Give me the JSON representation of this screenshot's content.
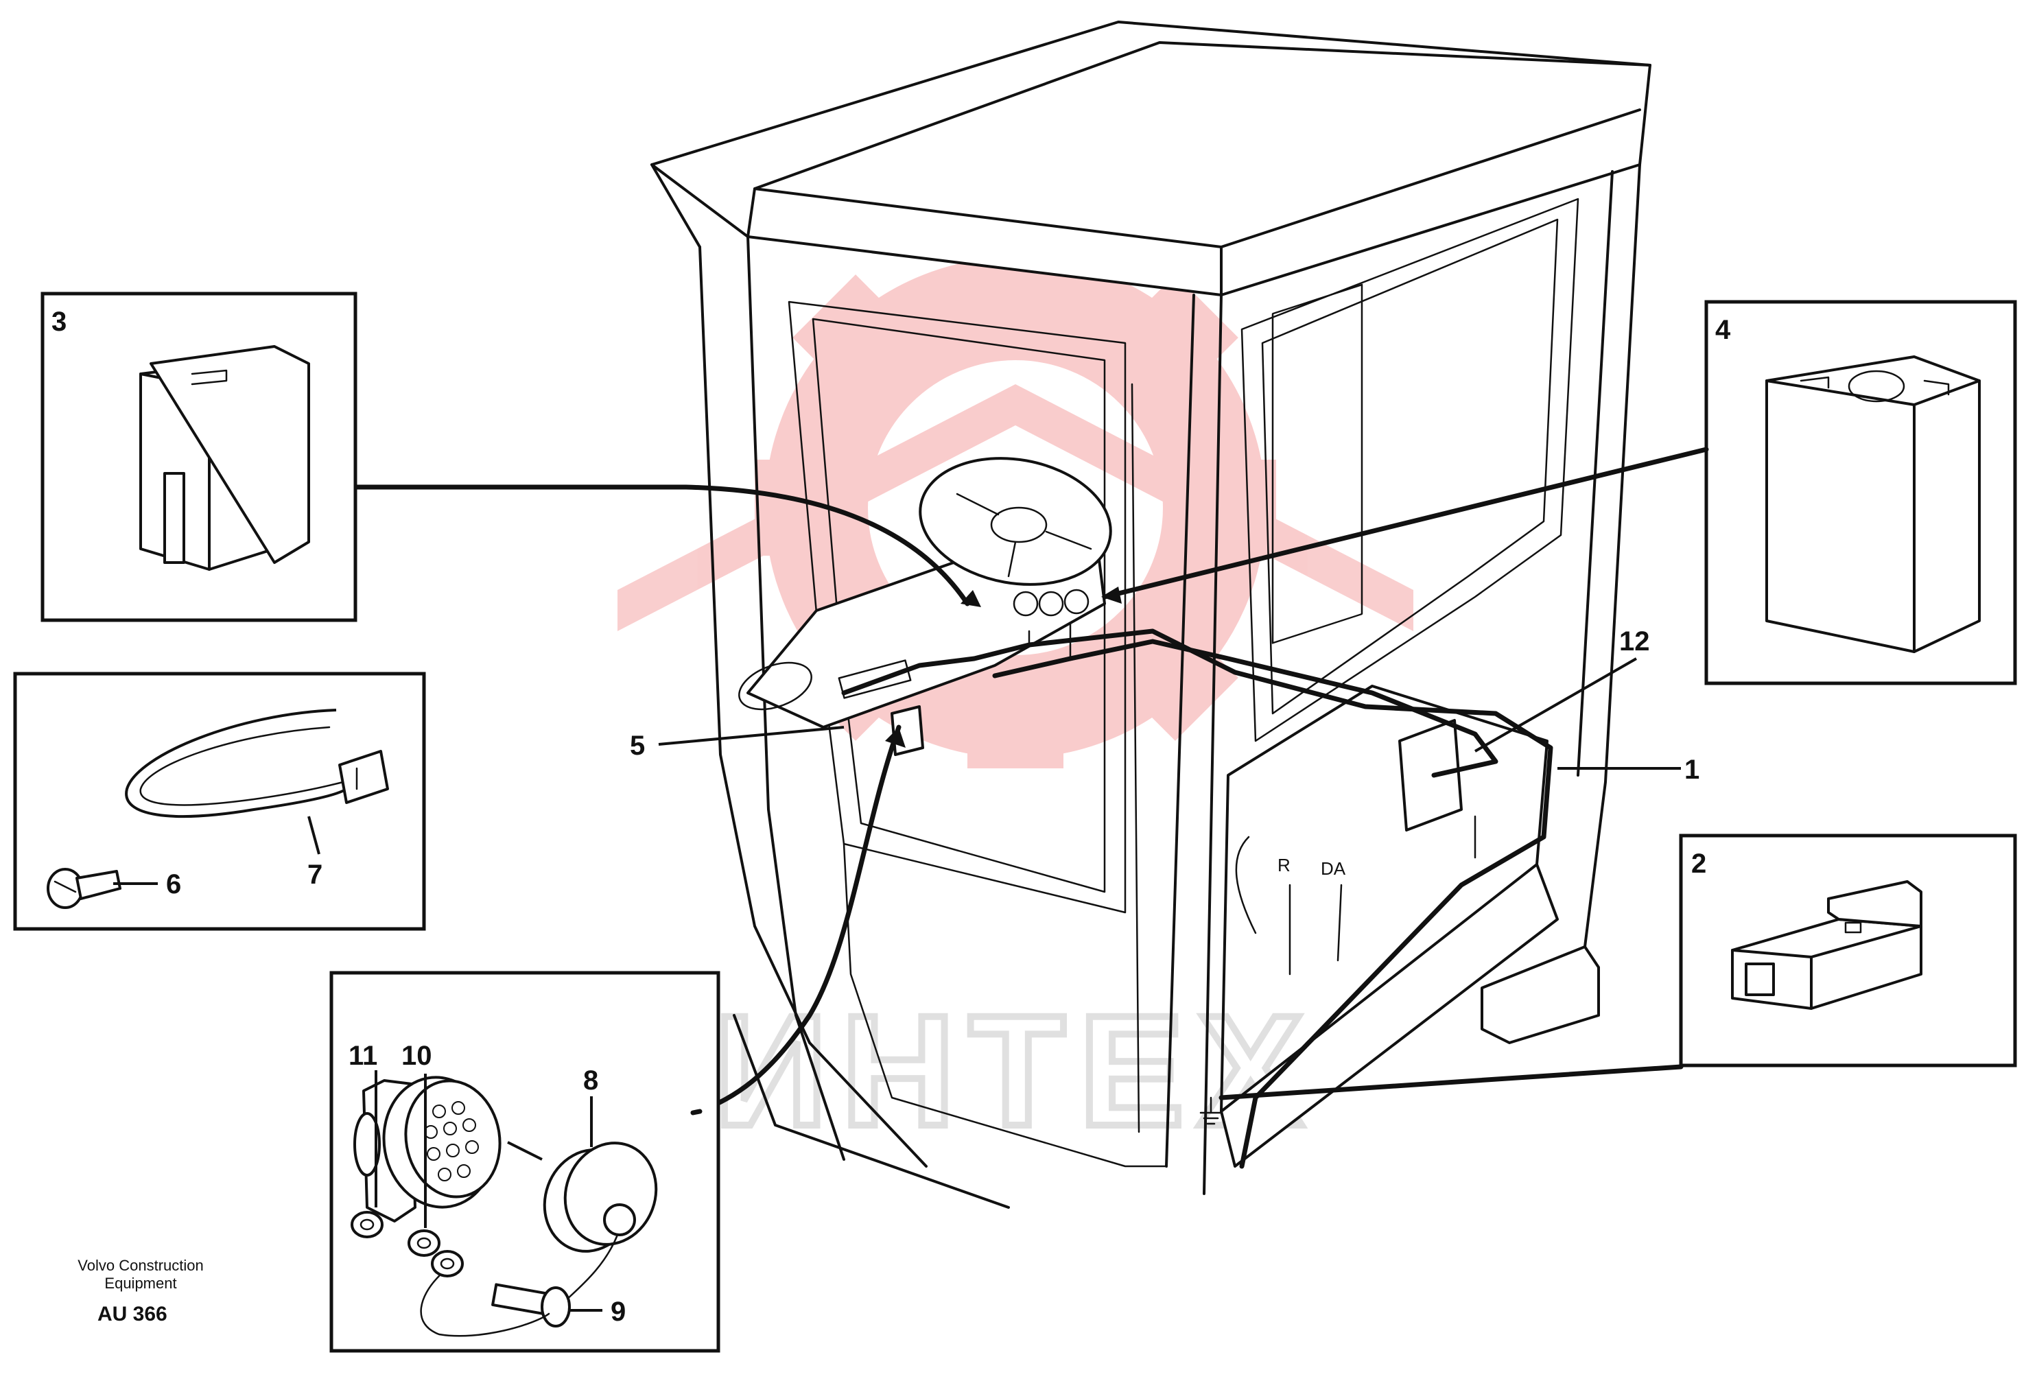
{
  "diagram": {
    "callouts": {
      "c1": "1",
      "c2": "2",
      "c3": "3",
      "c4": "4",
      "c5": "5",
      "c6": "6",
      "c7": "7",
      "c8": "8",
      "c9": "9",
      "c10": "10",
      "c11": "11",
      "c12": "12"
    },
    "panel_marks": {
      "m1": "R",
      "m2": "DA"
    },
    "watermark": {
      "text": "ИНТЕХ",
      "color": "#e83a3a"
    },
    "footer": {
      "line1": "Volvo Construction",
      "line2": "Equipment",
      "code": "AU 366"
    }
  }
}
